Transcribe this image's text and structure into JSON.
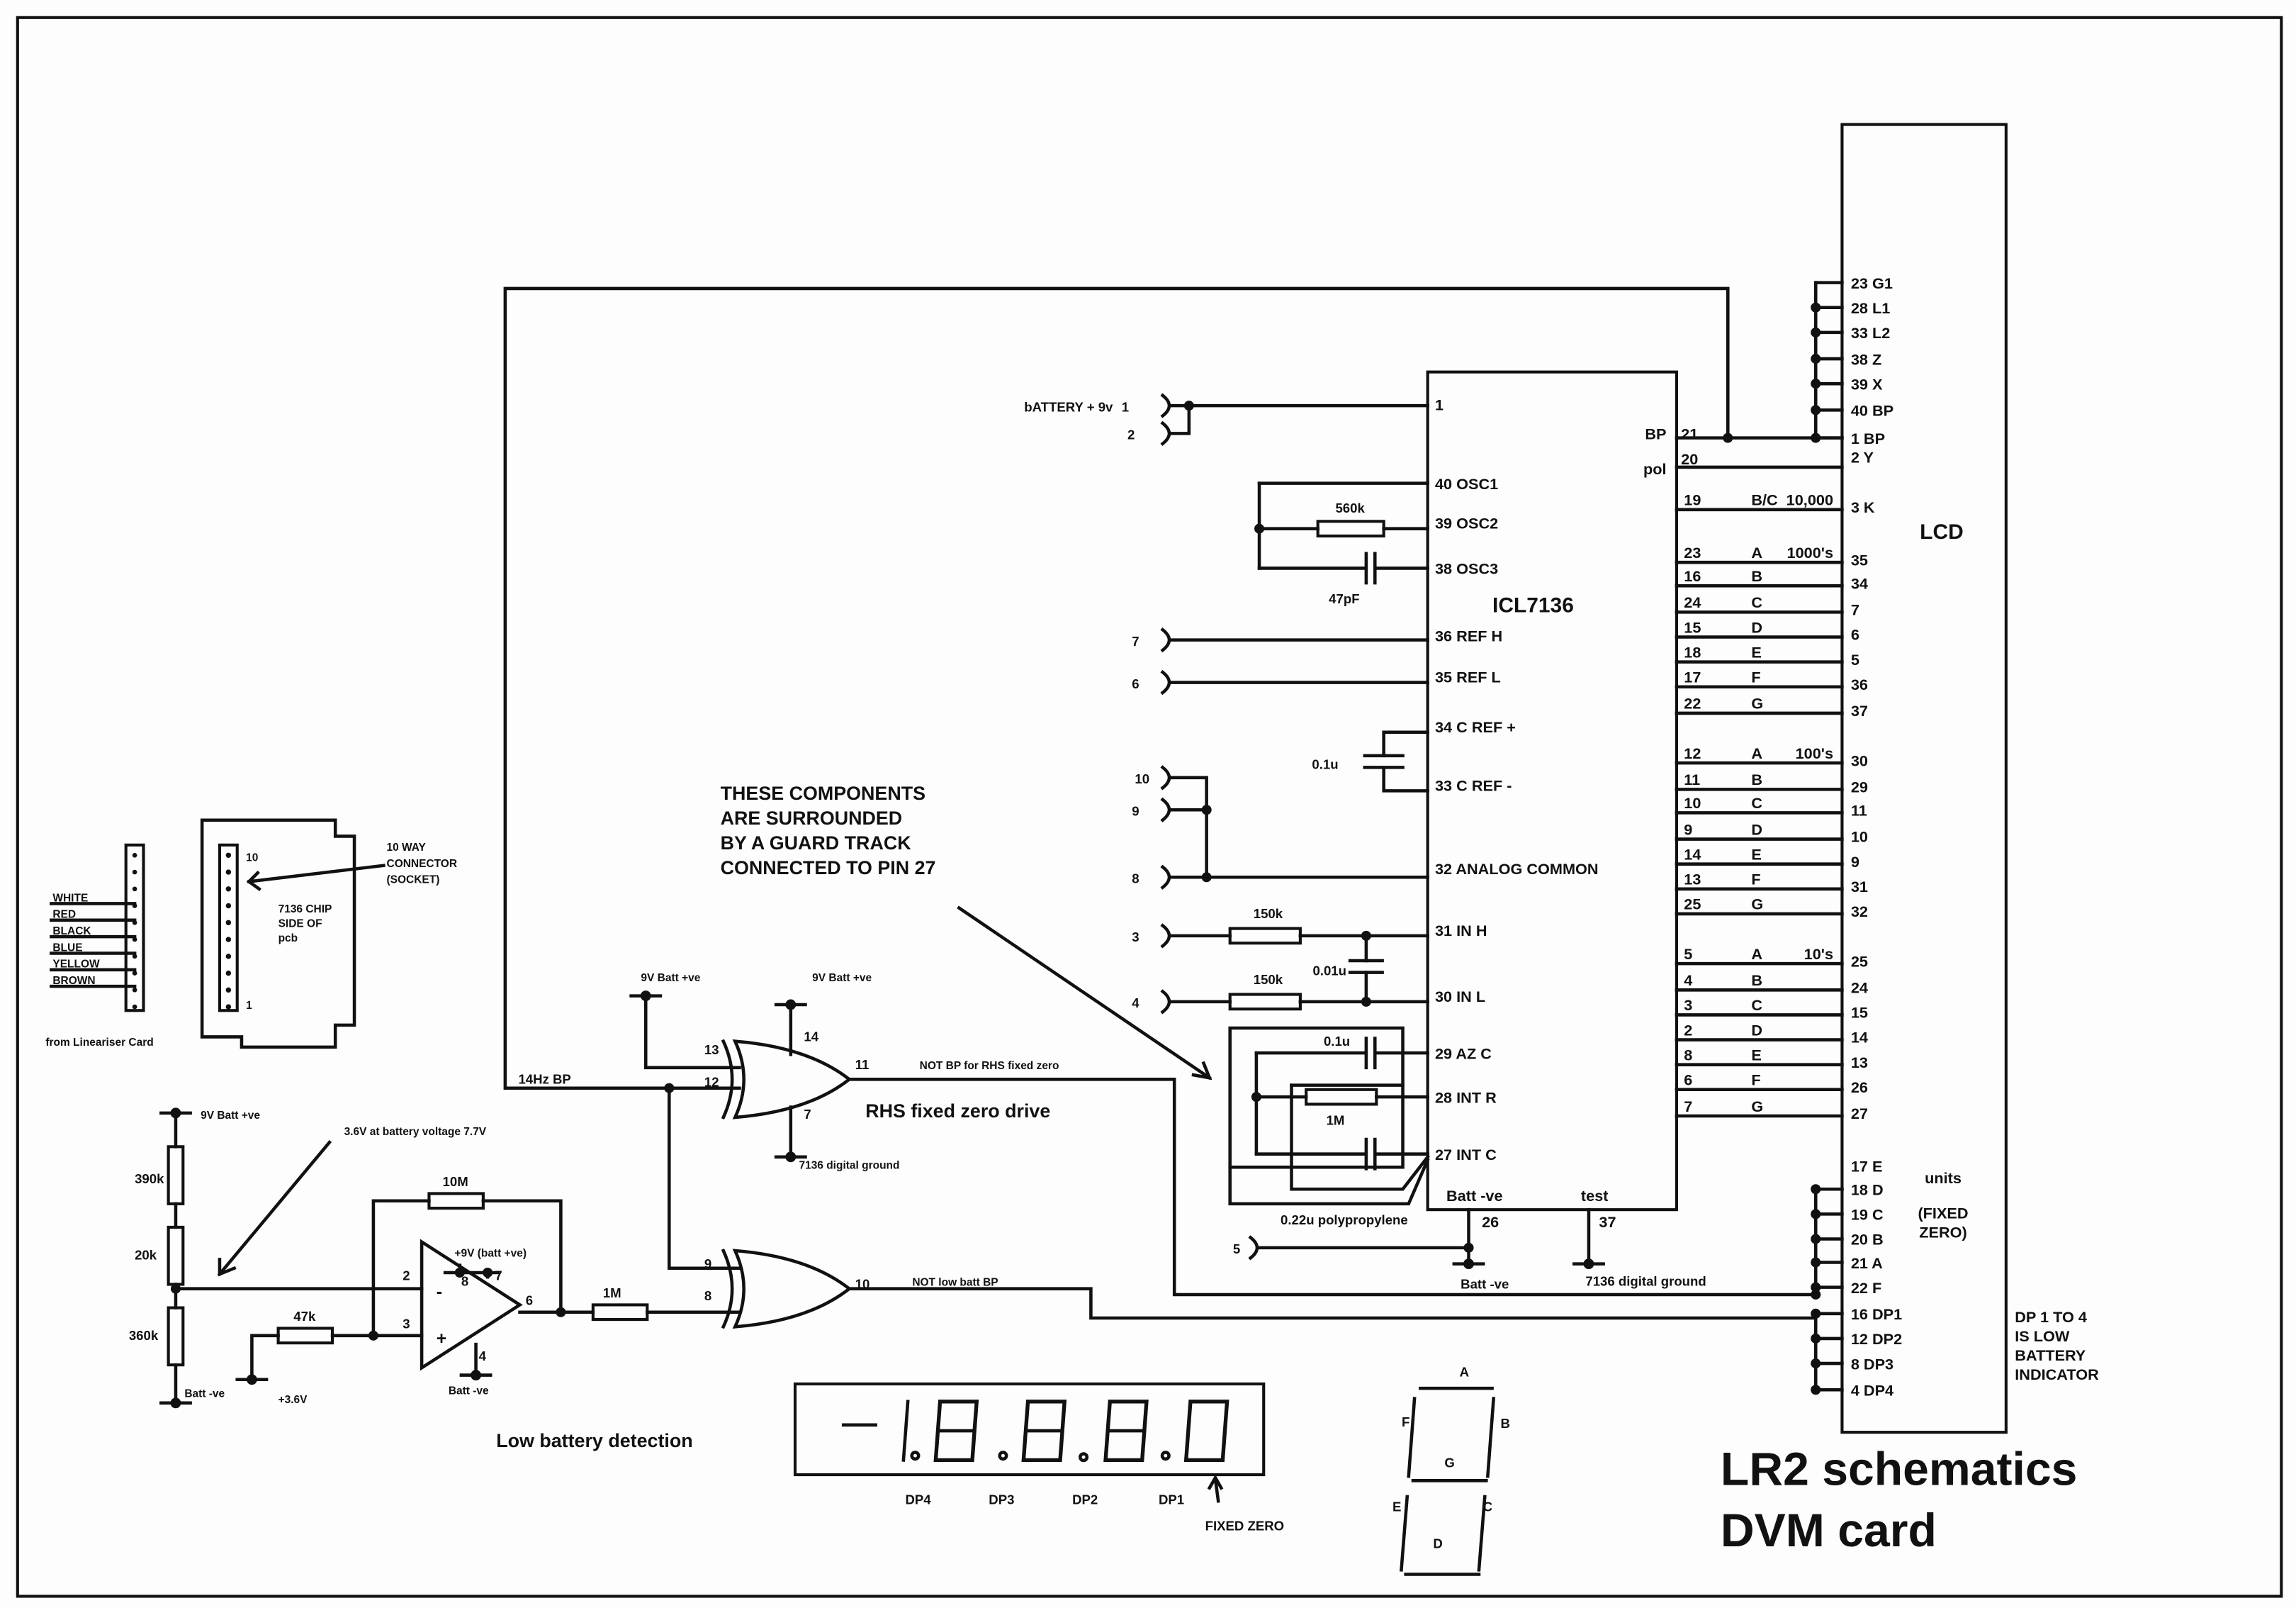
{
  "title": {
    "line1": "LR2 schematics",
    "line2": "DVM card"
  },
  "ic": {
    "name": "ICL7136",
    "left_pins": [
      {
        "num": "1",
        "label": ""
      },
      {
        "num": "40",
        "label": "OSC1"
      },
      {
        "num": "39",
        "label": "OSC2"
      },
      {
        "num": "38",
        "label": "OSC3"
      },
      {
        "num": "36",
        "label": "REF H"
      },
      {
        "num": "35",
        "label": "REF L"
      },
      {
        "num": "34",
        "label": "C REF +"
      },
      {
        "num": "33",
        "label": "C REF -"
      },
      {
        "num": "32",
        "label": "ANALOG COMMON"
      },
      {
        "num": "31",
        "label": "IN H"
      },
      {
        "num": "30",
        "label": "IN L"
      },
      {
        "num": "29",
        "label": "AZ C"
      },
      {
        "num": "28",
        "label": "INT R"
      },
      {
        "num": "27",
        "label": "INT C"
      }
    ],
    "right_top_pins": [
      {
        "label": "BP",
        "num": "21"
      },
      {
        "label": "pol",
        "num": "20"
      }
    ],
    "bottom_pins": [
      {
        "label": "Batt -ve",
        "num": "26"
      },
      {
        "label": "test",
        "num": "37"
      }
    ]
  },
  "lcd": {
    "name": "LCD",
    "backplane_pins": [
      "23  G1",
      "28  L1",
      "33  L2",
      "38  Z",
      "39  X",
      "40  BP",
      "1  BP"
    ],
    "y_pin": "2  Y",
    "k_pin": "3  K",
    "segment_rows": [
      {
        "ic_pin": "19",
        "seg": "B/C",
        "group": "10,000",
        "lcd_pin": ""
      },
      {
        "ic_pin": "23",
        "seg": "A",
        "group": "1000's",
        "lcd_pin": "35"
      },
      {
        "ic_pin": "16",
        "seg": "B",
        "group": "",
        "lcd_pin": "34"
      },
      {
        "ic_pin": "24",
        "seg": "C",
        "group": "",
        "lcd_pin": "7"
      },
      {
        "ic_pin": "15",
        "seg": "D",
        "group": "",
        "lcd_pin": "6"
      },
      {
        "ic_pin": "18",
        "seg": "E",
        "group": "",
        "lcd_pin": "5"
      },
      {
        "ic_pin": "17",
        "seg": "F",
        "group": "",
        "lcd_pin": "36"
      },
      {
        "ic_pin": "22",
        "seg": "G",
        "group": "",
        "lcd_pin": "37"
      },
      {
        "ic_pin": "12",
        "seg": "A",
        "group": "100's",
        "lcd_pin": "30"
      },
      {
        "ic_pin": "11",
        "seg": "B",
        "group": "",
        "lcd_pin": "29"
      },
      {
        "ic_pin": "10",
        "seg": "C",
        "group": "",
        "lcd_pin": "11"
      },
      {
        "ic_pin": "9",
        "seg": "D",
        "group": "",
        "lcd_pin": "10"
      },
      {
        "ic_pin": "14",
        "seg": "E",
        "group": "",
        "lcd_pin": "9"
      },
      {
        "ic_pin": "13",
        "seg": "F",
        "group": "",
        "lcd_pin": "31"
      },
      {
        "ic_pin": "25",
        "seg": "G",
        "group": "",
        "lcd_pin": "32"
      },
      {
        "ic_pin": "5",
        "seg": "A",
        "group": "10's",
        "lcd_pin": "25"
      },
      {
        "ic_pin": "4",
        "seg": "B",
        "group": "",
        "lcd_pin": "24"
      },
      {
        "ic_pin": "3",
        "seg": "C",
        "group": "",
        "lcd_pin": "15"
      },
      {
        "ic_pin": "2",
        "seg": "D",
        "group": "",
        "lcd_pin": "14"
      },
      {
        "ic_pin": "8",
        "seg": "E",
        "group": "",
        "lcd_pin": "13"
      },
      {
        "ic_pin": "6",
        "seg": "F",
        "group": "",
        "lcd_pin": "26"
      },
      {
        "ic_pin": "7",
        "seg": "G",
        "group": "",
        "lcd_pin": "27"
      }
    ],
    "units_pins": [
      "17  E",
      "18  D",
      "19  C",
      "20  B",
      "21  A",
      "22  F"
    ],
    "dp_pins": [
      "16  DP1",
      "12  DP2",
      "8  DP3",
      "4  DP4"
    ],
    "units_label": "units",
    "fixed_zero_label": [
      "(FIXED",
      "ZERO)"
    ],
    "dp_note": [
      "DP 1 TO 4",
      "IS LOW",
      "BATTERY",
      "INDICATOR"
    ]
  },
  "connector_pins": {
    "battery_label": "bATTERY + 9v",
    "p1": "1",
    "p2": "2",
    "p7": "7",
    "p6": "6",
    "p10": "10",
    "p9": "9",
    "p8": "8",
    "p3": "3",
    "p4": "4",
    "p5": "5"
  },
  "components": {
    "r_osc": "560k",
    "c_osc": "47pF",
    "c_ref": "0.1u",
    "r_inh": "150k",
    "r_inl": "150k",
    "c_in": "0.01u",
    "c_az": "0.1u",
    "r_int": "1M",
    "c_int": "0.22u polypropylene",
    "r_div_top": "390k",
    "r_div_mid": "20k",
    "r_div_bot": "360k",
    "r_fb": "10M",
    "r_in": "47k",
    "r_out": "1M"
  },
  "labels": {
    "guard_note": [
      "THESE COMPONENTS",
      "ARE SURROUNDED",
      "BY A GUARD TRACK",
      "CONNECTED TO PIN 27"
    ],
    "batt_neg": "Batt -ve",
    "digital_ground": "7136 digital ground",
    "bp_14hz": "14Hz BP",
    "nine_v_a": "9V Batt +ve",
    "nine_v_b": "9V Batt +ve",
    "nine_v_c": "9V Batt +ve",
    "xor1_pins": {
      "a": "13",
      "b": "12",
      "vcc": "14",
      "gnd": "7",
      "out": "11"
    },
    "xor2_pins": {
      "a": "9",
      "b": "8",
      "out": "10"
    },
    "xor1_out_label": "NOT BP for RHS fixed zero",
    "xor2_out_label": "NOT low batt BP",
    "rhs_drive": "RHS fixed zero drive",
    "xor_ground": "7136 digital ground",
    "divider_note": "3.6V at battery voltage 7.7V",
    "opamp_supply": "+9V (batt +ve)",
    "opamp_pins": {
      "inv": "2",
      "non": "3",
      "p8": "8",
      "p7": "7",
      "out": "6",
      "p4": "4"
    },
    "opamp_minus": "-",
    "opamp_plus": "+",
    "opamp_gnd": "Batt -ve",
    "ref_36": "+3.6V",
    "div_gnd": "Batt -ve",
    "low_batt": "Low battery detection",
    "wires": [
      "WHITE",
      "RED",
      "BLACK",
      "BLUE",
      "YELLOW",
      "BROWN"
    ],
    "from_card": "from Lineariser Card",
    "socket_pin_top": "10",
    "socket_pin_bot": "1",
    "chip_side": [
      "7136 CHIP",
      "SIDE OF",
      "pcb"
    ],
    "ten_way": [
      "10 WAY",
      "CONNECTOR",
      "(SOCKET)"
    ]
  },
  "display": {
    "dp_labels": [
      "DP4",
      "DP3",
      "DP2",
      "DP1"
    ],
    "fixed_zero": "FIXED ZERO"
  },
  "segment_key": {
    "a": "A",
    "b": "B",
    "c": "C",
    "d": "D",
    "e": "E",
    "f": "F",
    "g": "G"
  }
}
